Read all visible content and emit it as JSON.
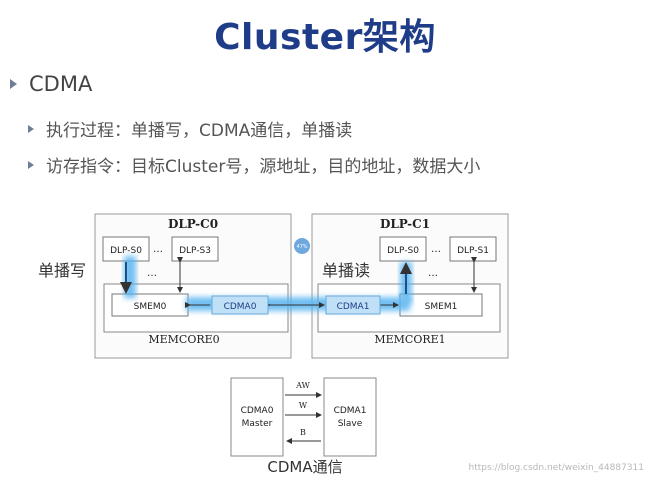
{
  "title": "Cluster架构",
  "bullets": [
    {
      "text": "CDMA",
      "level": 1
    },
    {
      "text": "执行过程：单播写，CDMA通信，单播读",
      "level": 2
    },
    {
      "text": "访存指令：目标Cluster号，源地址，目的地址，数据大小",
      "level": 2
    }
  ],
  "diagram": {
    "cluster0": {
      "title": "DLP-C0",
      "core_a": "DLP-S0",
      "core_b": "DLP-S3",
      "ellipsis": "…",
      "smem": "SMEM0",
      "cdma": "CDMA0",
      "memcore": "MEMCORE0"
    },
    "cluster1": {
      "title": "DLP-C1",
      "core_a": "DLP-S0",
      "core_b": "DLP-S1",
      "ellipsis": "…",
      "smem": "SMEM1",
      "cdma": "CDMA1",
      "memcore": "MEMCORE1"
    },
    "label_write": "单播写",
    "label_read": "单播读",
    "badge": "47%",
    "master": {
      "line1": "CDMA0",
      "line2": "Master"
    },
    "slave": {
      "line1": "CDMA1",
      "line2": "Slave"
    },
    "channels": [
      "AW",
      "W",
      "B"
    ],
    "caption": "CDMA通信"
  },
  "watermark": "https://blog.csdn.net/weixin_44887311",
  "colors": {
    "title": "#1f3c88",
    "glow": "#59b4f0",
    "cdma_fill": "#bfe0f7"
  }
}
